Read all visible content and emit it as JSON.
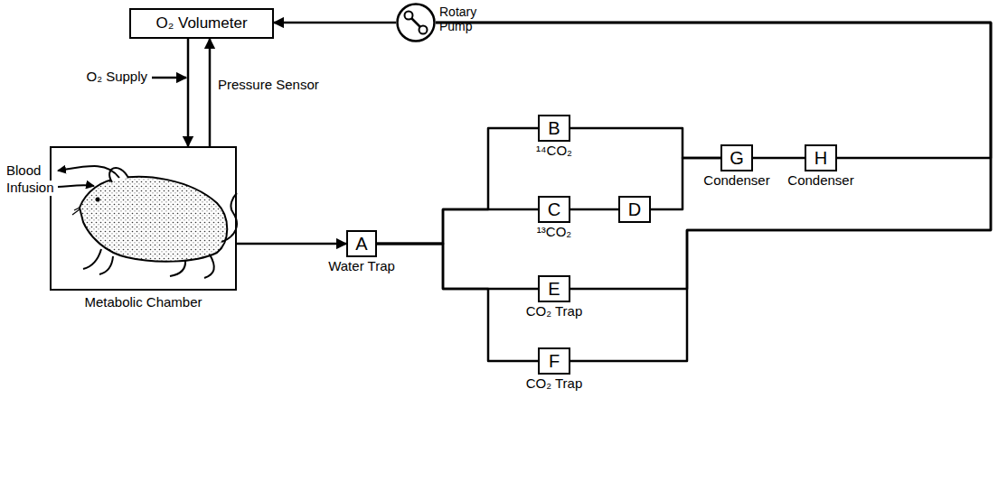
{
  "diagram": {
    "nodes": [
      {
        "text": [
          "O₂ Volumeter"
        ]
      },
      {
        "text": [
          "Rotary Pump"
        ]
      },
      {
        "text": [
          "Metabolic Chamber"
        ]
      },
      {
        "text": [
          "A",
          "Water Trap"
        ]
      },
      {
        "text": [
          "B",
          "¹⁴CO₂"
        ]
      },
      {
        "text": [
          "C",
          "¹³CO₂"
        ]
      },
      {
        "text": [
          "D"
        ]
      },
      {
        "text": [
          "E",
          "CO₂ Trap"
        ]
      },
      {
        "text": [
          "F",
          "CO₂ Trap"
        ]
      },
      {
        "text": [
          "G",
          "Condenser"
        ]
      },
      {
        "text": [
          "H",
          "Condenser"
        ]
      }
    ],
    "edges": [
      {
        "from": 1,
        "to": 0,
        "arrow": "to"
      },
      {
        "from": 0,
        "to": 2,
        "arrow": "to"
      },
      {
        "from": 2,
        "to": 0,
        "label": "Pressure Sensor",
        "arrow": "to"
      },
      {
        "from": 2,
        "to": 3,
        "arrow": "to"
      },
      {
        "from": 3,
        "to": 4,
        "arrow": "none"
      },
      {
        "from": 3,
        "to": 5,
        "arrow": "none"
      },
      {
        "from": 3,
        "to": 7,
        "arrow": "none"
      },
      {
        "from": 3,
        "to": 8,
        "arrow": "none"
      },
      {
        "from": 5,
        "to": 6,
        "arrow": "none"
      },
      {
        "from": 4,
        "to": 9,
        "arrow": "none"
      },
      {
        "from": 6,
        "to": 9,
        "arrow": "none"
      },
      {
        "from": 9,
        "to": 10,
        "arrow": "none"
      },
      {
        "from": 10,
        "to": 1,
        "arrow": "none"
      },
      {
        "from": 7,
        "to": 1,
        "arrow": "none"
      },
      {
        "from": 8,
        "to": 1,
        "arrow": "none"
      }
    ],
    "labels": [
      "O₂ Supply",
      "Blood",
      "Infusion"
    ]
  }
}
